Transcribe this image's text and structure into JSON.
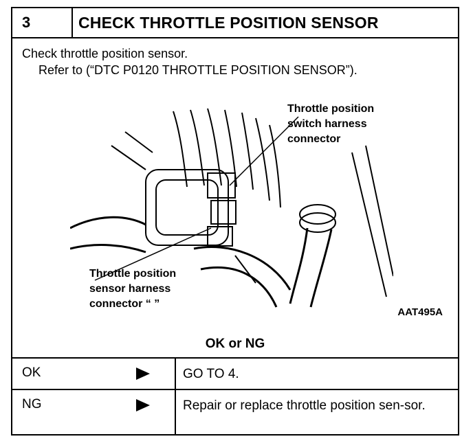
{
  "step": {
    "number": "3",
    "title": "CHECK THROTTLE POSITION SENSOR"
  },
  "instructions": {
    "line1": "Check throttle position sensor.",
    "line2": "Refer to  (“DTC P0120 THROTTLE POSITION SENSOR”)."
  },
  "figure": {
    "callout_top": [
      "Throttle position",
      "switch harness",
      "connector"
    ],
    "callout_bottom": [
      "Throttle position",
      "sensor harness",
      "connector  “  ”"
    ],
    "figure_id": "AAT495A"
  },
  "result_header": "OK or NG",
  "results": [
    {
      "label": "OK",
      "action": "GO TO 4."
    },
    {
      "label": "NG",
      "action": "Repair or replace throttle position sen-sor."
    }
  ]
}
